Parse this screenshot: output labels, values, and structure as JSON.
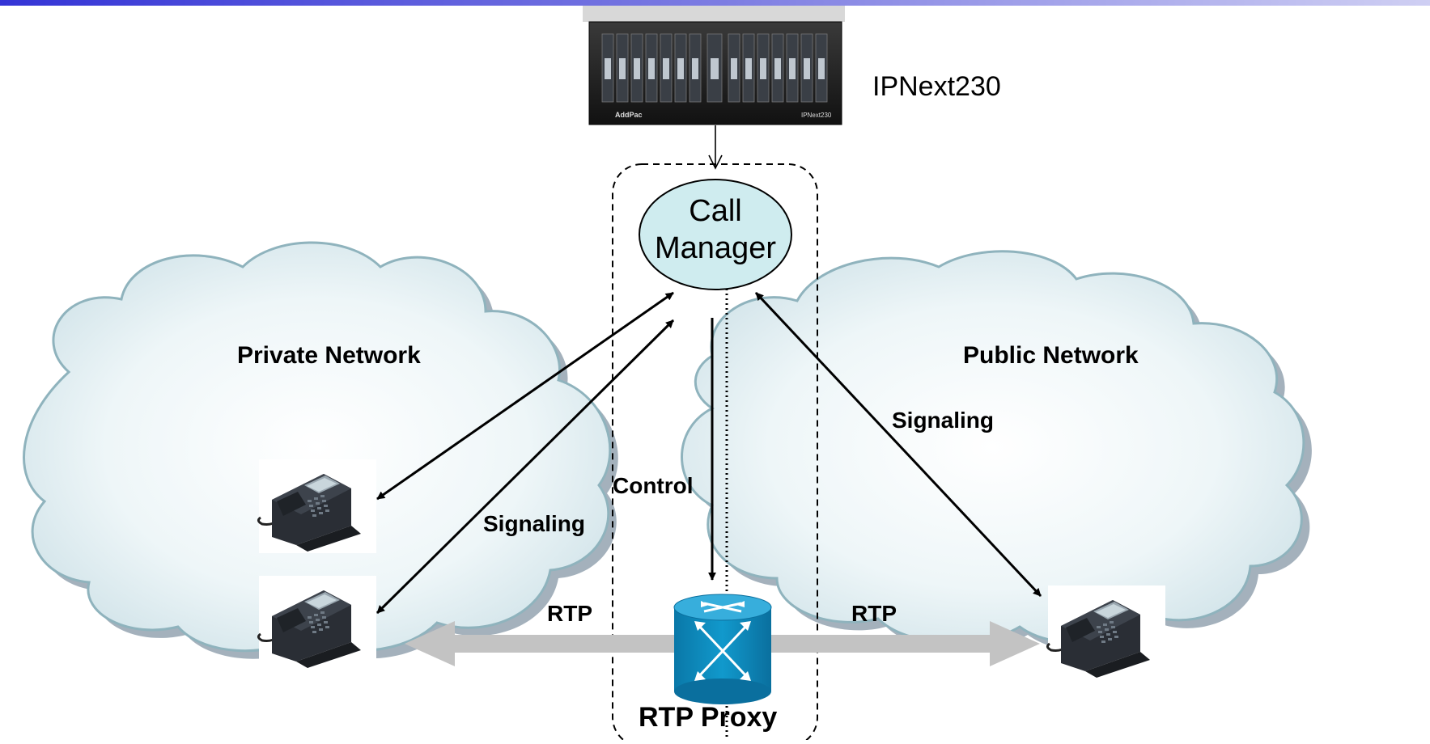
{
  "labels": {
    "device_name": "IPNext230",
    "call_manager_line1": "Call",
    "call_manager_line2": "Manager",
    "private_network": "Private Network",
    "public_network": "Public Network",
    "signaling_public": "Signaling",
    "signaling_private": "Signaling",
    "control": "Control",
    "rtp_left": "RTP",
    "rtp_right": "RTP",
    "rtp_proxy": "RTP Proxy"
  },
  "device_markings": {
    "brand": "AddPac",
    "model": "IPNext230"
  },
  "colors": {
    "top_bar_left": "#3a3ad8",
    "top_bar_right": "#c8c8f0",
    "cloud_fill": "#e8f3f6",
    "cloud_edge": "#8fb3bd",
    "cloud_shadow": "#9aa8b5",
    "call_manager_fill": "#cfecef",
    "router_fill": "#0b86b8",
    "rtp_arrow": "#c3c3c3"
  },
  "icons": {
    "device": "rack-gateway-icon",
    "phone": "ip-phone-icon",
    "router": "router-icon"
  }
}
